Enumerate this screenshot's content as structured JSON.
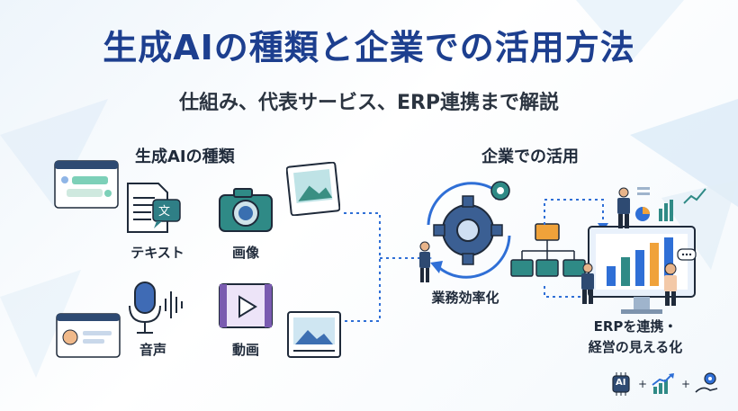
{
  "title": "生成AIの種類と企業での活用方法",
  "subtitle": "仕組み、代表サービス、ERP連携まで解説",
  "left_section": {
    "heading": "生成AIの種類",
    "types": [
      {
        "label": "テキスト",
        "icon": "text-translate-icon"
      },
      {
        "label": "画像",
        "icon": "camera-icon"
      },
      {
        "label": "音声",
        "icon": "microphone-icon"
      },
      {
        "label": "動画",
        "icon": "video-play-icon"
      }
    ]
  },
  "right_section": {
    "heading": "企業での活用",
    "items": [
      {
        "label": "業務効率化",
        "icon": "gears-icon"
      },
      {
        "label_line1": "ERPを連携・",
        "label_line2": "経営の見える化",
        "icon": "dashboard-monitor-icon"
      }
    ]
  },
  "bottom_badges": [
    {
      "text": "AI",
      "icon": "ai-chip-icon"
    },
    {
      "text": "+",
      "icon": "plus"
    },
    {
      "text": "",
      "icon": "growth-chart-icon"
    },
    {
      "text": "+",
      "icon": "plus"
    },
    {
      "text": "",
      "icon": "hand-gear-icon"
    }
  ],
  "colors": {
    "title": "#1d3f8f",
    "accent_teal": "#1e8c8a",
    "accent_blue": "#2f6fd6",
    "accent_orange": "#f0a23a"
  }
}
